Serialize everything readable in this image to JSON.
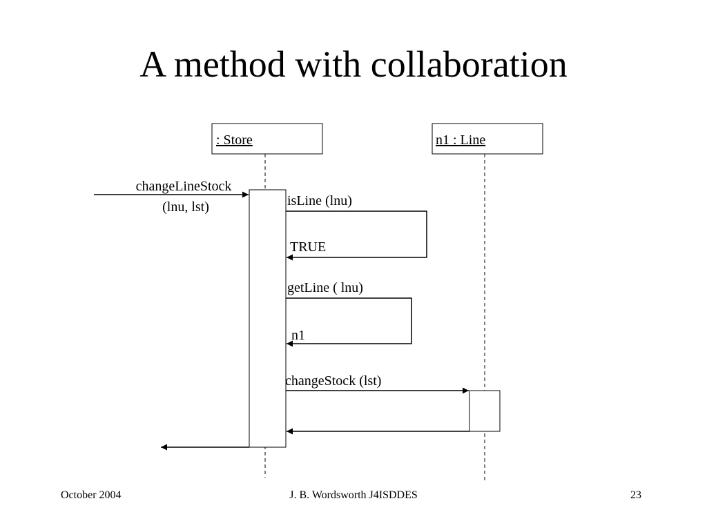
{
  "slide": {
    "title": "A method with collaboration"
  },
  "diagram": {
    "objects": {
      "store": ": Store",
      "line": "n1 : Line"
    },
    "messages": {
      "incoming_line1": "changeLineStock",
      "incoming_line2": "(lnu, lst)",
      "is_line_call": "isLine (lnu)",
      "is_line_return": "TRUE",
      "get_line_call": "getLine ( lnu)",
      "get_line_return": "n1",
      "change_stock_call": "changeStock (lst)"
    }
  },
  "footer": {
    "date": "October 2004",
    "author": "J. B. Wordsworth J4ISDDES",
    "page": "23"
  }
}
